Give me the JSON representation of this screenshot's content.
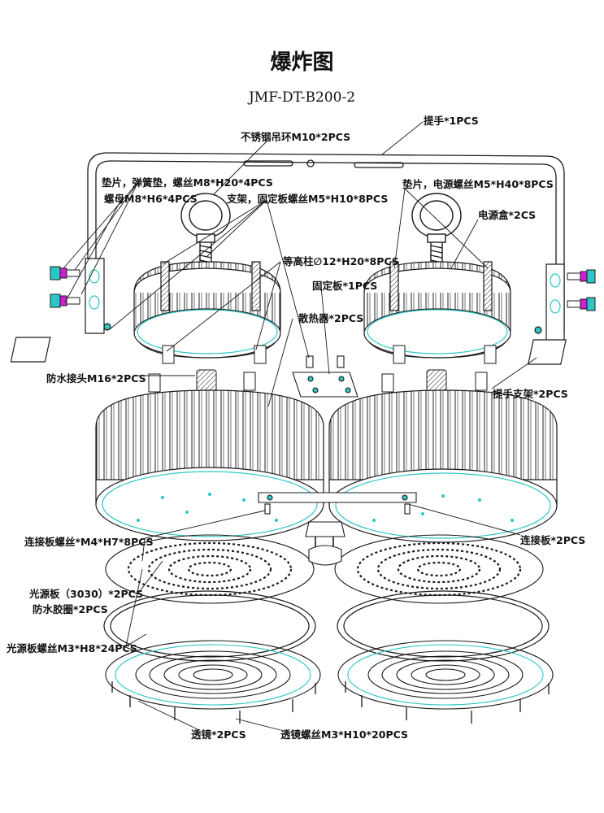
{
  "title": "爆炸图",
  "model": "JMF-DT-B200-2",
  "colors": {
    "line": "#1a1a1a",
    "accent": "#2cc6c6",
    "bolt": "#d01fd0"
  },
  "labels": {
    "handle": "提手*1PCS",
    "eyebolt": "不锈钢吊环M10*2PCS",
    "washer_screw_left": "垫片，弹簧垫，螺丝M8*H20*4PCS",
    "nut": "螺母M8*H6*4PCS",
    "bracket_screw": "支架，固定板螺丝M5*H10*8PCS",
    "washer_screw_right": "垫片，电源螺丝M5*H40*8PCS",
    "power_box": "电源盒*2CS",
    "standoff": "等高柱∅12*H20*8PCS",
    "fix_plate": "固定板*1PCS",
    "heatsink": "散热器*2PCS",
    "waterproof_joint": "防水接头M16*2PCS",
    "handle_bracket": "提手支架*2PCS",
    "link_screw": "连接板螺丝*M4*H7*8PCS",
    "link_plate": "连接板*2PCS",
    "light_board": "光源板（3030）*2PCS",
    "gasket": "防水胶圈*2PCS",
    "light_board_screw": "光源板螺丝M3*H8*24PCS",
    "lens": "透镜*2PCS",
    "lens_screw": "透镜螺丝M3*H10*20PCS"
  }
}
